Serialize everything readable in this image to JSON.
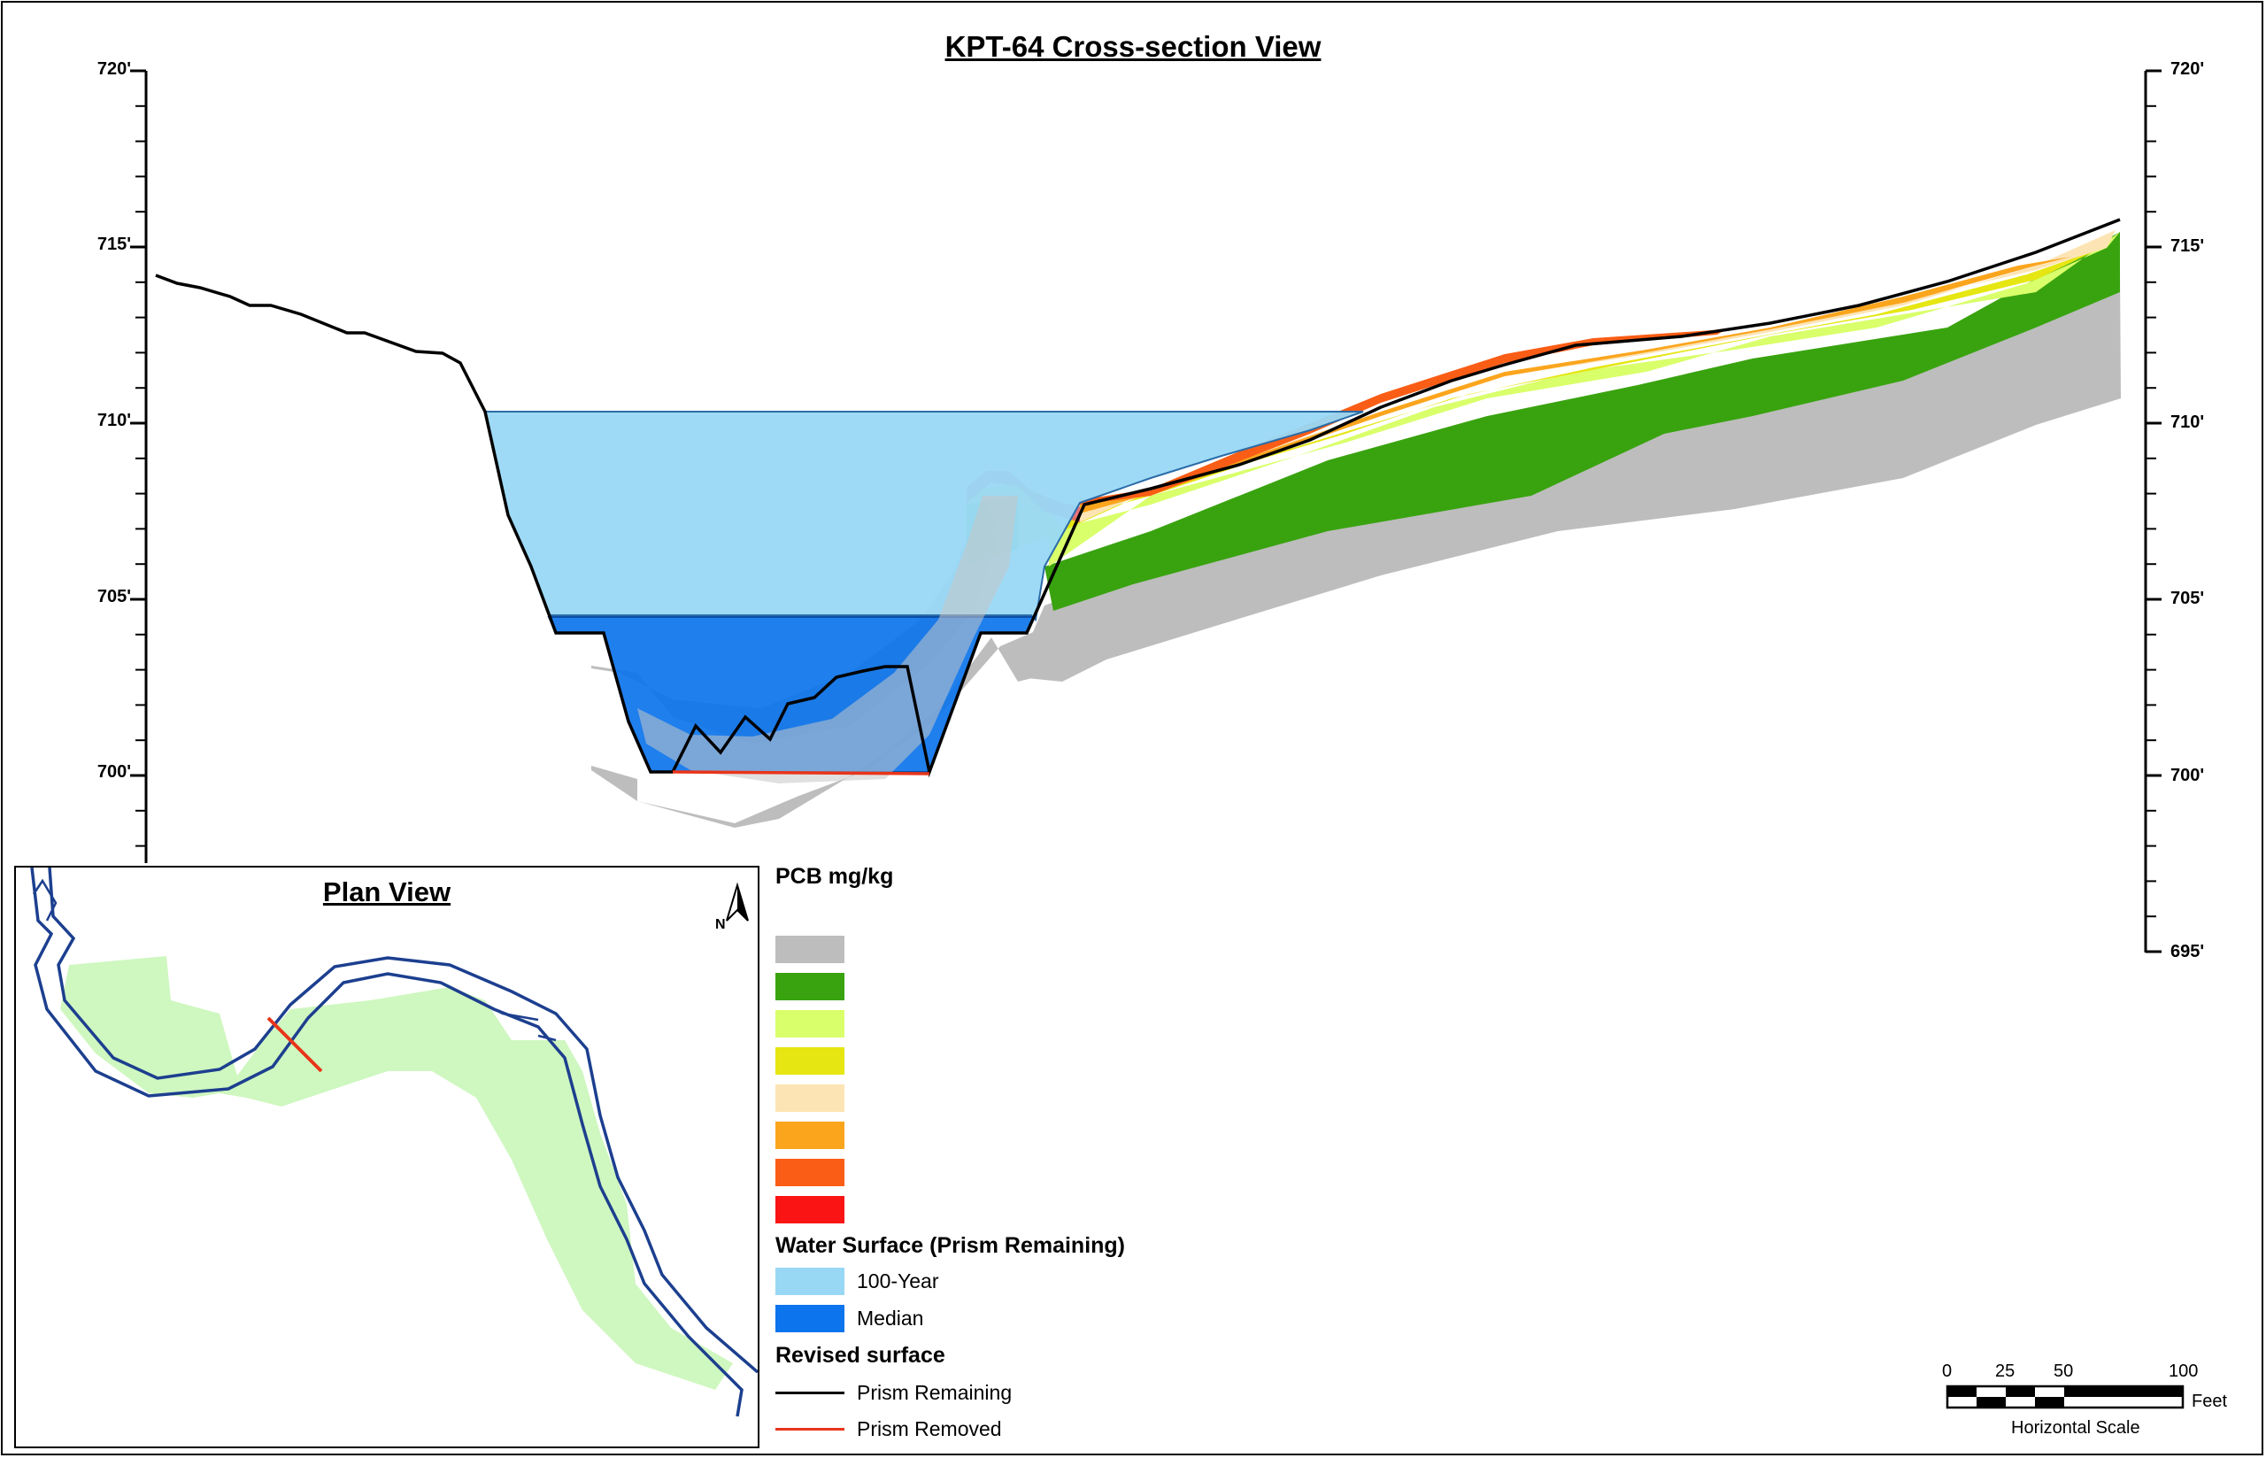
{
  "title": "KPT-64 Cross-section View",
  "elevation_axis": {
    "ticks": [
      "720'",
      "715'",
      "710'",
      "705'",
      "700'",
      "695'"
    ]
  },
  "plan_view": {
    "title": "Plan View",
    "north_label": "N"
  },
  "legend": {
    "pcb_heading": "PCB mg/kg",
    "pcb_colors": [
      "#bdbdbd",
      "#39a30f",
      "#d9ff6a",
      "#e6e612",
      "#fde4b4",
      "#fba51d",
      "#fa5d15",
      "#fa1414"
    ],
    "water_heading": "Water Surface (Prism Remaining)",
    "water_items": [
      {
        "label": "100-Year",
        "color": "#99d8f5"
      },
      {
        "label": "Median",
        "color": "#0c74ec"
      }
    ],
    "surface_heading": "Revised surface",
    "surface_items": [
      {
        "label": "Prism Remaining",
        "color": "#000000"
      },
      {
        "label": "Prism Removed",
        "color": "#e8351a"
      }
    ]
  },
  "scale": {
    "labels": [
      "0",
      "25",
      "50",
      "100"
    ],
    "unit": "Feet",
    "caption": "Horizontal Scale"
  },
  "icons": [
    "north-arrow-icon"
  ]
}
